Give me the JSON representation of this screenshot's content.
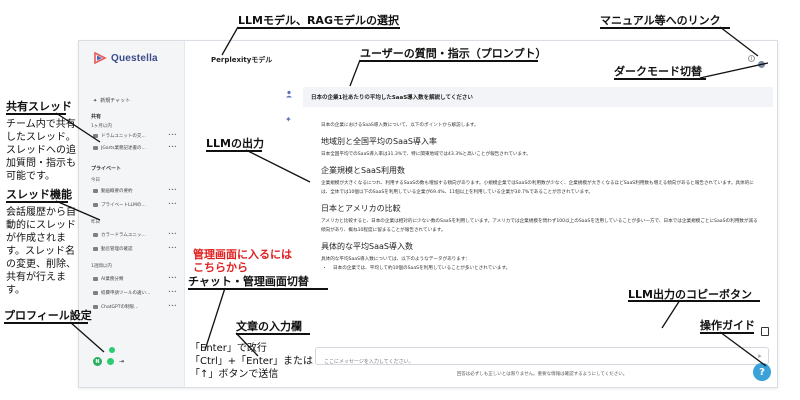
{
  "app": {
    "brand": "Questella",
    "model_name": "Perplexityモデル",
    "new_chat_label": "新規チャット",
    "shared_section": "共有",
    "shared_period": "1ヶ月以内",
    "shared_items": [
      "ドラムユニットの交…",
      "JGarts業務記述書の…"
    ],
    "private_section": "プライベート",
    "today_label": "今日",
    "today_items": [
      "動画概要の要約",
      "プライベートLLMの…"
    ],
    "yesterday_label": "昨日",
    "yesterday_items": [
      "カラードラムユニッ…",
      "勤怠管理の確認"
    ],
    "week_label": "1週間以内",
    "week_items": [
      "AI業務分類",
      "経費申請ツールの違い…",
      "ChatGPTの制限…"
    ],
    "more_glyph": "•••",
    "avatar_letter": "N",
    "logout_glyph": "⇥",
    "info_glyph": "i",
    "user_question": "日本の企業1社あたりの平均したSaaS導入数を解説してください",
    "answer": {
      "intro": "日本の企業におけるSaaS導入数について、以下のポイントから解説します。",
      "h1": "地域別と全国平均のSaaS導入率",
      "p1": "日本全国平均でのSaaS導入率は31.3%で、特に関東地域では43.3%と高いことが報告されています。",
      "h2": "企業規模とSaaS利用数",
      "p2": "企業規模が大きくなるにつれ、利用するSaaSの数も増加する傾向があります。小規模企業ではSaaSの利用数が少なく、企業規模が大きくなるほどSaaS利用数も増える傾向があると報告されています。具体的には、全体では10個以下のSaaSを利用している企業が69.4%、11個以上を利用している企業が30.7%であることが示されています。",
      "h3": "日本とアメリカの比較",
      "p3": "アメリカと比較すると、日本の企業は相対的に少ない数のSaaSを利用しています。アメリカでは企業規模を問わず100以上のSaaSを活用していることが多い一方で、日本では企業規模ごとにSaaSの利用数が減る傾向があり、概ね10程度に留まることが報告されています。",
      "h4": "具体的な平均SaaS導入数",
      "p4": "具体的な平均SaaS導入数については、以下のようなデータがあります：",
      "li1": "日本の企業では、平均して約10個のSaaSを利用していることが多いとされています。"
    },
    "input_placeholder": "ここにメッセージを入力してください。",
    "send_glyph": "➤",
    "disclaimer": "回答は必ずしも正しいとは限りません。重要な情報は確認するようにしてください。",
    "help_glyph": "?"
  },
  "annotations": {
    "model_select": "LLMモデル、RAGモデルの選択",
    "manual_link": "マニュアル等へのリンク",
    "prompt": "ユーザーの質問・指示（プロンプト）",
    "dark_mode": "ダークモード切替",
    "shared_thread": "共有スレッド",
    "shared_thread_desc": "チーム内で共有したスレッド。スレッドへの追加質問・指示も可能です。",
    "llm_output": "LLMの出力",
    "thread_feature": "スレッド機能",
    "thread_feature_desc": "会話履歴から自動的にスレッドが作成されます。スレッド名の変更、削除、共有が行えます。",
    "admin_hint_1": "管理画面に入るには",
    "admin_hint_2": "こちらから",
    "chat_admin_toggle": "チャット・管理画面切替",
    "copy_button": "LLM出力のコピーボタン",
    "profile_settings": "プロフィール設定",
    "text_input": "文章の入力欄",
    "operation_guide": "操作ガイド",
    "enter_hint_1": "「Enter」で改行",
    "enter_hint_2": "「Ctrl」+「Enter」または",
    "enter_hint_3": "「↑」ボタンで送信"
  },
  "colors": {
    "accent": "#3b4a8a",
    "annotation_red": "#e02020",
    "help": "#3aa1d9",
    "avatar": "#27ae60"
  }
}
